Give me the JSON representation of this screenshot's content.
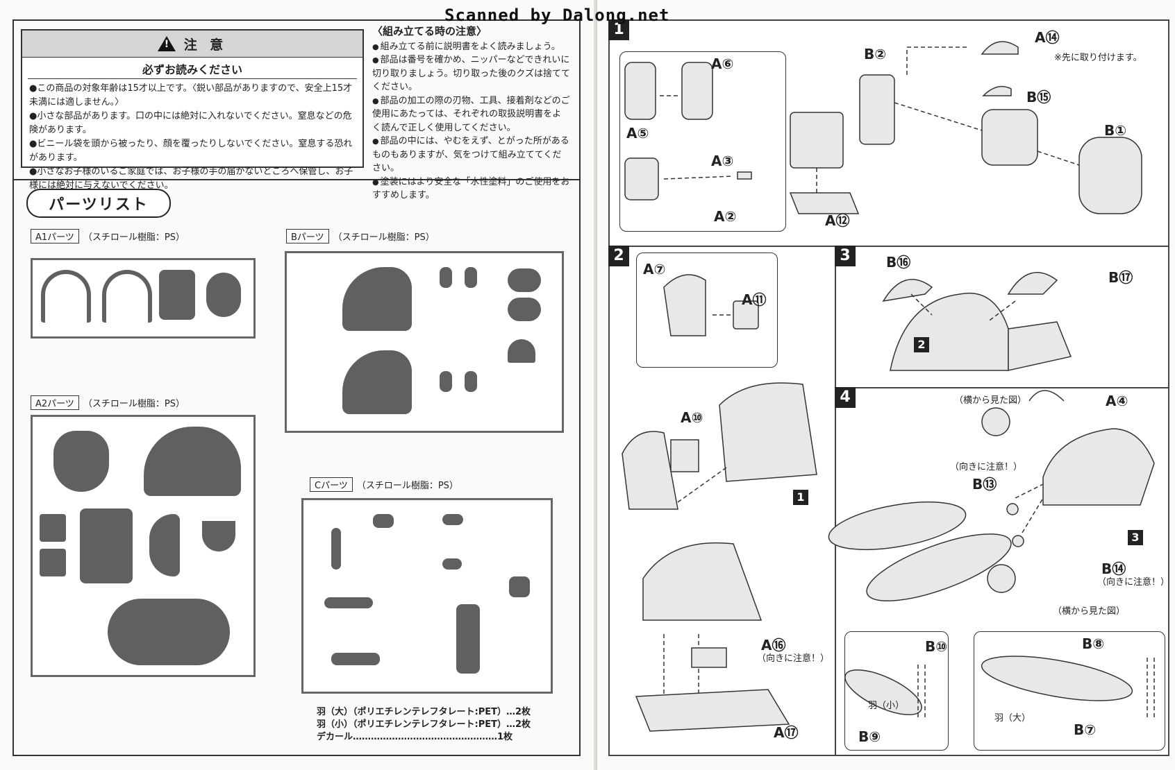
{
  "watermark": "Scanned by Dalong.net",
  "caution": {
    "heading": "注 意",
    "subheading": "必ずお読みください",
    "items": [
      "●この商品の対象年齢は15才以上です。〈鋭い部品がありますので、安全上15才未満には適しません。〉",
      "●小さな部品があります。口の中には絶対に入れないでください。窒息などの危険があります。",
      "●ビニール袋を頭から被ったり、顔を覆ったりしないでください。窒息する恐れがあります。",
      "●小さなお子様のいるご家庭では、お子様の手の届かないところへ保管し、お子様には絶対に与えないでください。"
    ]
  },
  "assembly_notes": {
    "title": "〈組み立てる時の注意〉",
    "items": [
      "組み立てる前に説明書をよく読みましょう。",
      "部品は番号を確かめ、ニッパーなどできれいに切り取りましょう。切り取った後のクズは捨ててください。",
      "部品の加工の際の刃物、工具、接着剤などのご使用にあたっては、それぞれの取扱説明書をよく読んで正しく使用してください。",
      "部品の中には、やむをえず、とがった所があるものもありますが、気をつけて組み立ててください。",
      "塗装にはより安全な「水性塗料」のご使用をおすすめします。"
    ]
  },
  "parts_list": {
    "title": "パーツリスト",
    "a1": {
      "tag": "A1パーツ",
      "material": "（スチロール樹脂：PS）"
    },
    "a2": {
      "tag": "A2パーツ",
      "material": "（スチロール樹脂：PS）"
    },
    "b": {
      "tag": "Bパーツ",
      "material": "（スチロール樹脂：PS）"
    },
    "c": {
      "tag": "Cパーツ",
      "material": "（スチロール樹脂：PS）"
    },
    "pet_lines": [
      "羽（大）（ポリエチレンテレフタレート:PET）…2枚",
      "羽（小）（ポリエチレンテレフタレート:PET）…2枚",
      "デカール…………………………………………1枚"
    ]
  },
  "steps": {
    "s1": {
      "num": "1",
      "labels": [
        "A⑥",
        "A⑤",
        "A③",
        "A②",
        "A⑫",
        "B②",
        "A⑭",
        "B⑮",
        "B①"
      ],
      "note": "※先に取り付けます。"
    },
    "s2": {
      "num": "2",
      "labels": [
        "A⑦",
        "A⑪",
        "A⑩",
        "A⑯",
        "A⑰"
      ],
      "note": "（向きに注意！）",
      "ref": "1"
    },
    "s3": {
      "num": "3",
      "labels": [
        "B⑯",
        "B⑰"
      ],
      "ref": "2"
    },
    "s4": {
      "num": "4",
      "labels": [
        "A④",
        "B⑬",
        "B⑭",
        "B⑩",
        "B⑨",
        "B⑧",
        "B⑦"
      ],
      "side_view": "（横から見た図）",
      "orient": "（向きに注意！）",
      "wing_small": "羽（小）",
      "wing_large": "羽（大）",
      "ref": "3"
    }
  }
}
